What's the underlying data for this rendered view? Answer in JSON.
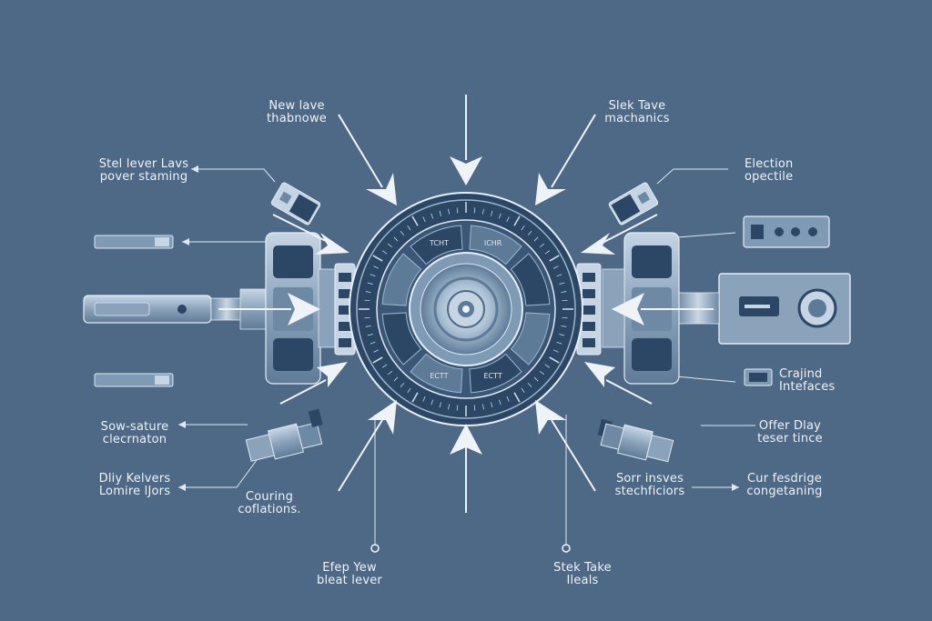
{
  "labels": {
    "top_left": [
      "New lave",
      "thabnowe"
    ],
    "top_right": [
      "Slek Tave",
      "machanics"
    ],
    "left_upper": [
      "Stel lever Lavs",
      "pover staming"
    ],
    "right_upper": [
      "Election",
      "opectile"
    ],
    "right_mid": [
      "Crajind",
      "Intefaces"
    ],
    "left_lower": [
      "Sow-sature",
      "clecrnaton"
    ],
    "right_lower": [
      "Offer Dlay",
      "teser tince"
    ],
    "left_bottom": [
      "Dliy Kelvers",
      "Lomire lJors"
    ],
    "center_left_bottom": [
      "Couring",
      "coflations."
    ],
    "center_right_bottom": [
      "Sorr insves",
      "stechficiors"
    ],
    "right_bottom": [
      "Cur fesdrige",
      "congetaning"
    ],
    "bottom_left": [
      "Efep Yew",
      "bleat lever"
    ],
    "bottom_right": [
      "Stek Take",
      "Ileals"
    ]
  },
  "dial": {
    "segment_labels": [
      "TCHT",
      "ICHR",
      "ECTT",
      "ECTT"
    ]
  },
  "colors": {
    "background": "#4d6985",
    "line": "#dfe8f1",
    "dark": "#2c4766",
    "part": "#9fb4c9"
  }
}
